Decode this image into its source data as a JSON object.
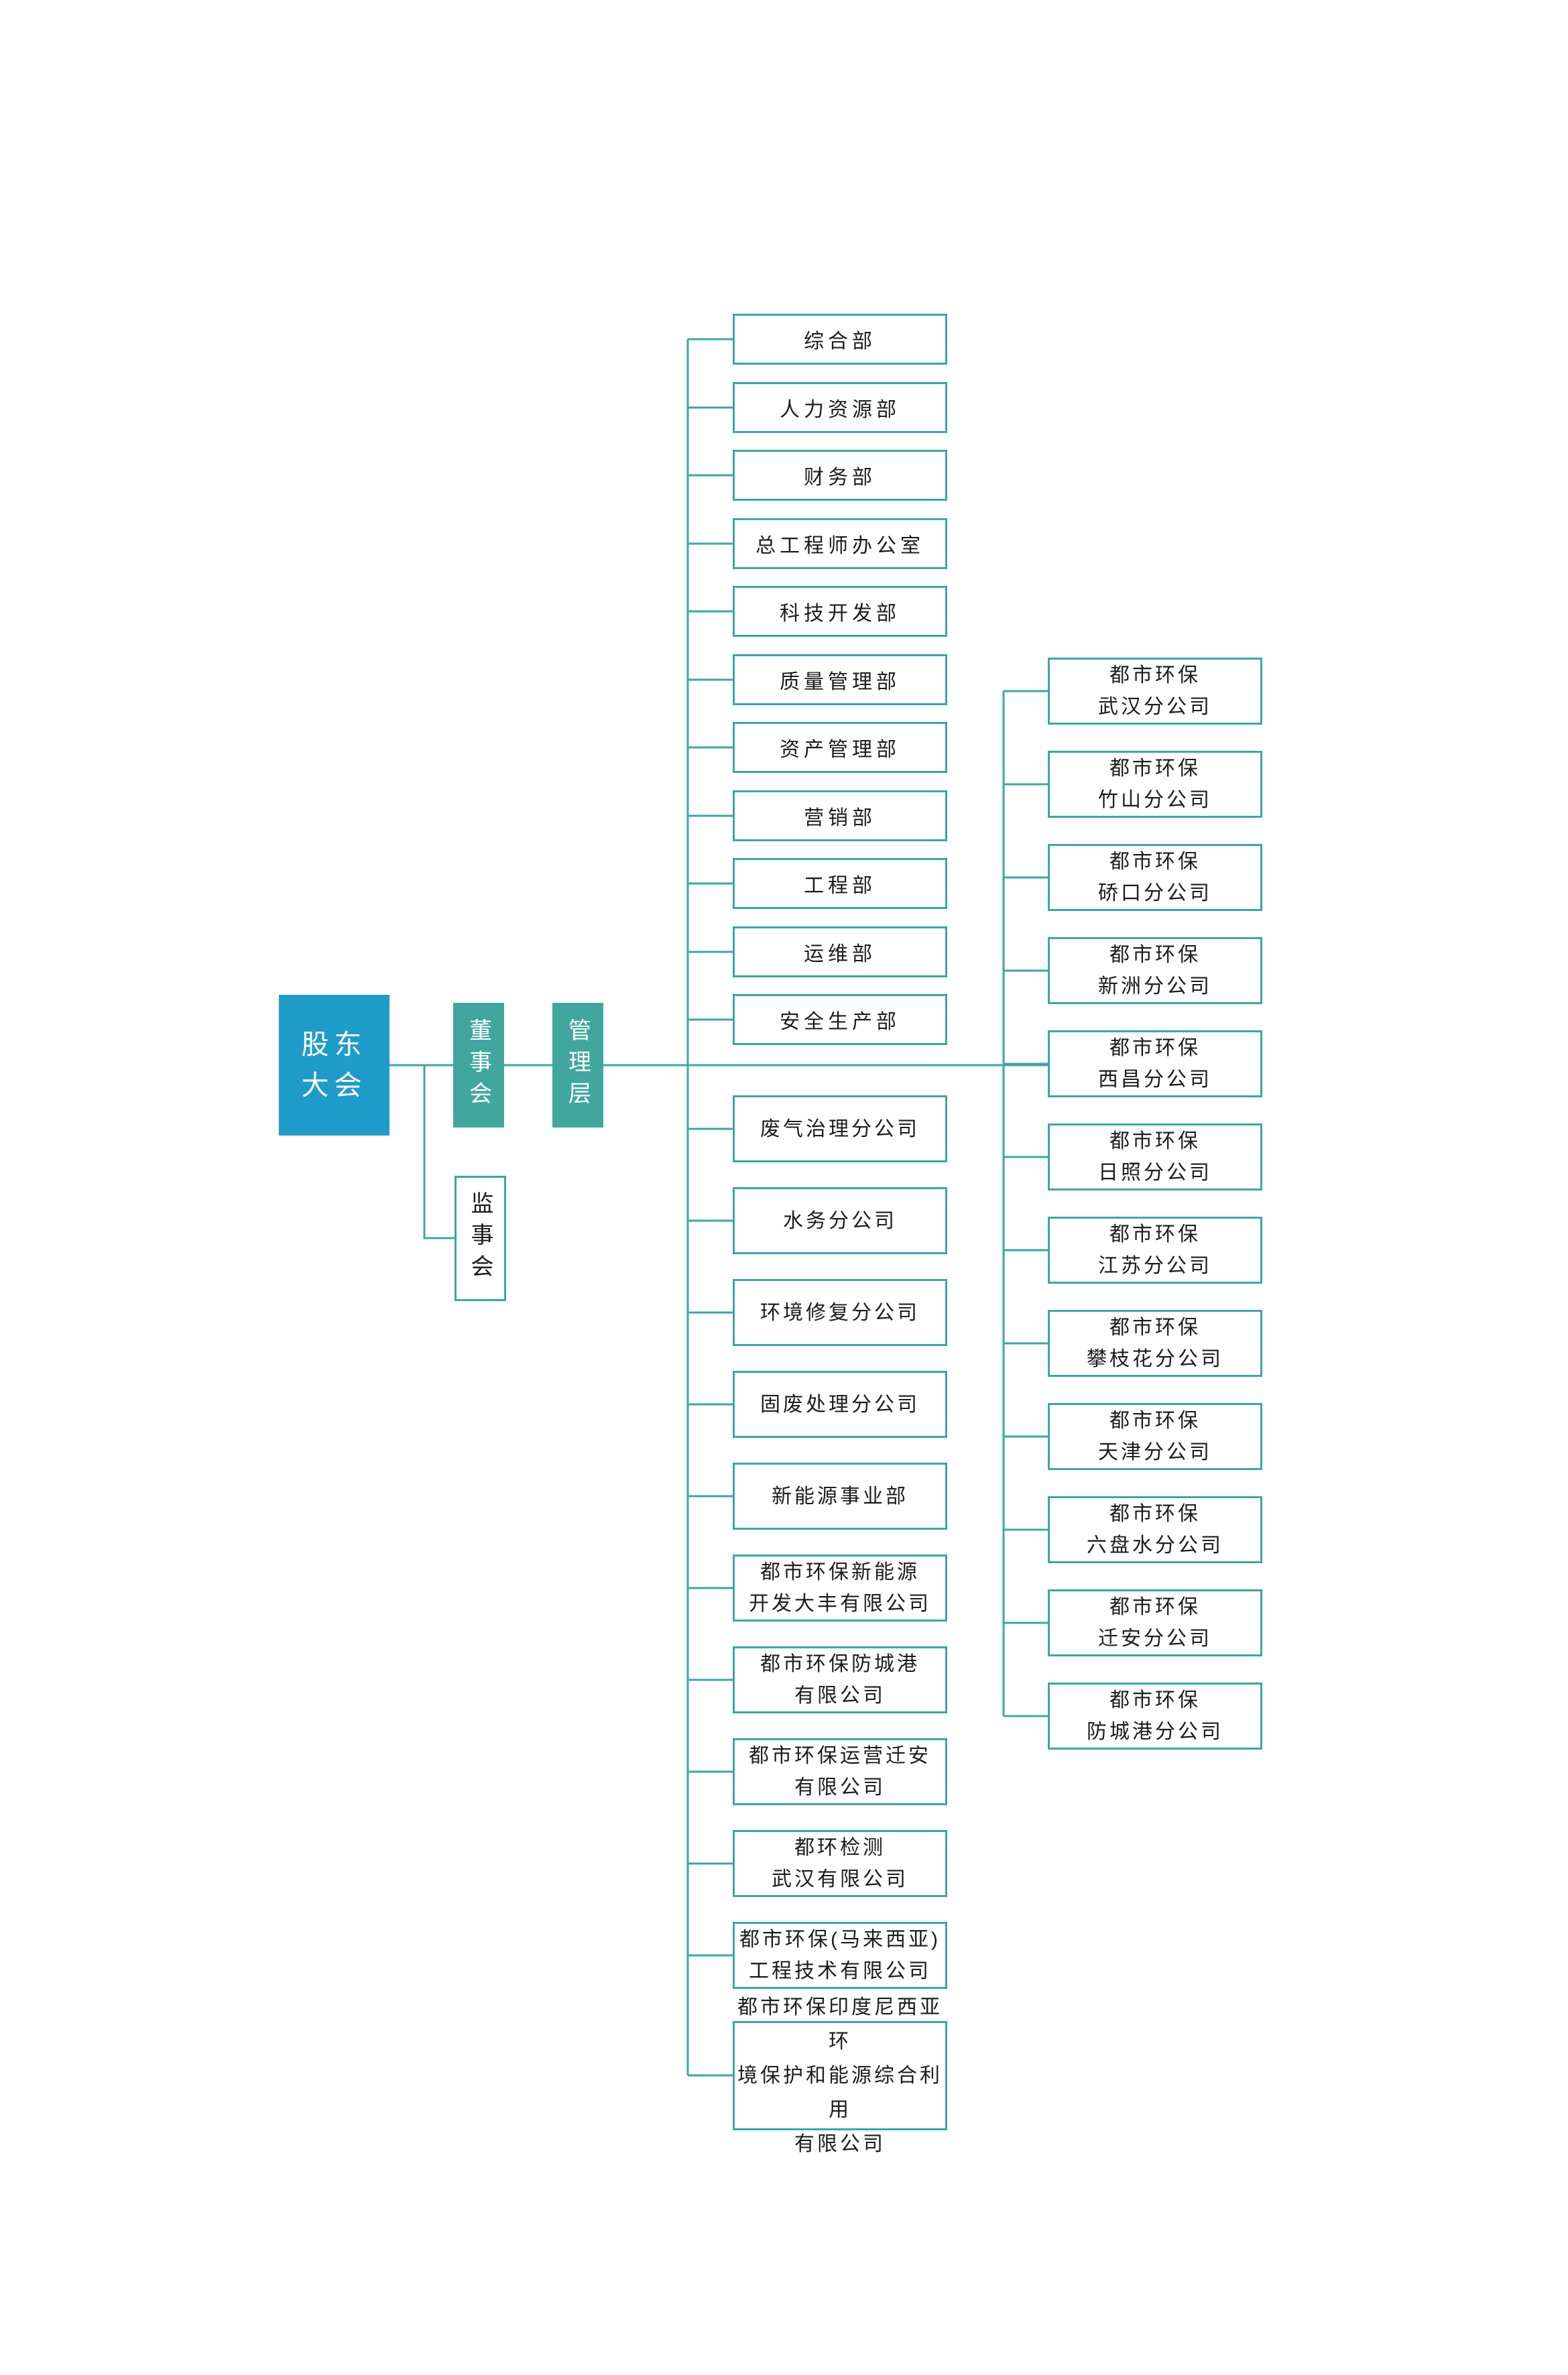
{
  "org_chart": {
    "root": {
      "lines": [
        "股东",
        "大会"
      ]
    },
    "board": {
      "label": "董事会"
    },
    "management": {
      "label": "管理层"
    },
    "supervisory": {
      "label": "监事会"
    },
    "departments": [
      "综合部",
      "人力资源部",
      "财务部",
      "总工程师办公室",
      "科技开发部",
      "质量管理部",
      "资产管理部",
      "营销部",
      "工程部",
      "运维部",
      "安全生产部"
    ],
    "subsidiaries": [
      {
        "lines": [
          "废气治理分公司"
        ]
      },
      {
        "lines": [
          "水务分公司"
        ]
      },
      {
        "lines": [
          "环境修复分公司"
        ]
      },
      {
        "lines": [
          "固废处理分公司"
        ]
      },
      {
        "lines": [
          "新能源事业部"
        ]
      },
      {
        "lines": [
          "都市环保新能源",
          "开发大丰有限公司"
        ]
      },
      {
        "lines": [
          "都市环保防城港",
          "有限公司"
        ]
      },
      {
        "lines": [
          "都市环保运营迁安",
          "有限公司"
        ]
      },
      {
        "lines": [
          "都环检测",
          "武汉有限公司"
        ]
      },
      {
        "lines": [
          "都市环保(马来西亚)",
          "工程技术有限公司"
        ]
      },
      {
        "lines": [
          "都市环保印度尼西亚环",
          "境保护和能源综合利用",
          "有限公司"
        ]
      }
    ],
    "branches": [
      {
        "lines": [
          "都市环保",
          "武汉分公司"
        ]
      },
      {
        "lines": [
          "都市环保",
          "竹山分公司"
        ]
      },
      {
        "lines": [
          "都市环保",
          "硚口分公司"
        ]
      },
      {
        "lines": [
          "都市环保",
          "新洲分公司"
        ]
      },
      {
        "lines": [
          "都市环保",
          "西昌分公司"
        ]
      },
      {
        "lines": [
          "都市环保",
          "日照分公司"
        ]
      },
      {
        "lines": [
          "都市环保",
          "江苏分公司"
        ]
      },
      {
        "lines": [
          "都市环保",
          "攀枝花分公司"
        ]
      },
      {
        "lines": [
          "都市环保",
          "天津分公司"
        ]
      },
      {
        "lines": [
          "都市环保",
          "六盘水分公司"
        ]
      },
      {
        "lines": [
          "都市环保",
          "迁安分公司"
        ]
      },
      {
        "lines": [
          "都市环保",
          "防城港分公司"
        ]
      }
    ],
    "colors": {
      "accent_blue": "#1E9CC9",
      "accent_teal": "#41A79E",
      "line_teal": "#3AA8A1",
      "text_dark": "#1C1C1C",
      "box_bg": "#FFFFFF"
    }
  }
}
